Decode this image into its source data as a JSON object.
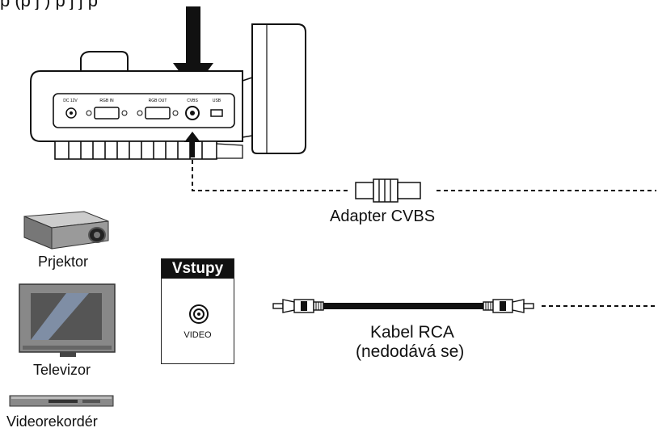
{
  "header": {
    "partial_text": "p                                          (p                 j )      p  j       j  p"
  },
  "device": {
    "ports": [
      "DC 12V",
      "RGB IN",
      "RGB OUT",
      "CVBS",
      "USB"
    ]
  },
  "labels": {
    "adapter": "Adapter CVBS",
    "projector": "Prjektor",
    "tv": "Televizor",
    "vcr": "Videorekordér",
    "cable": "Kabel RCA",
    "cable_note": "(nedodává se)"
  },
  "input_panel": {
    "title": "Vstupy",
    "jack_label": "VIDEO"
  },
  "colors": {
    "line": "#111111",
    "device_fill": "#ffffff",
    "panel_header": "#111111"
  }
}
